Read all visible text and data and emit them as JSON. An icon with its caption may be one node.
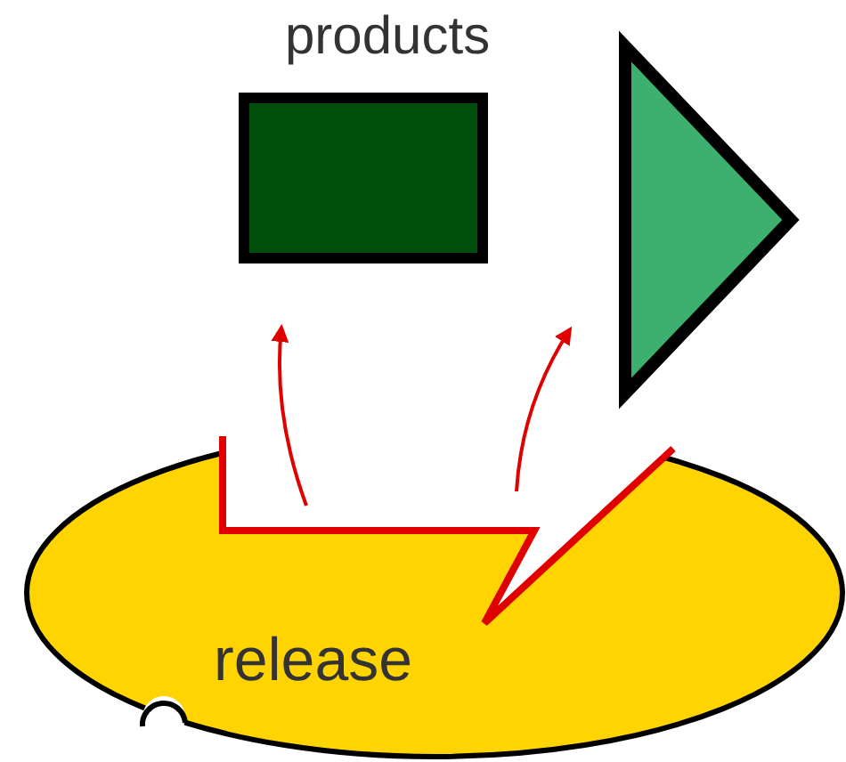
{
  "diagram": {
    "nodes": [
      {
        "text": [],
        "shape": "box"
      },
      {
        "text": [],
        "shape": "triangle"
      },
      {
        "text": [
          "release"
        ]
      }
    ],
    "edges": [
      {
        "from": 2,
        "to": 0,
        "arrow": "to"
      },
      {
        "from": 2,
        "to": 1,
        "arrow": "to"
      }
    ],
    "labels": [
      "products"
    ]
  }
}
